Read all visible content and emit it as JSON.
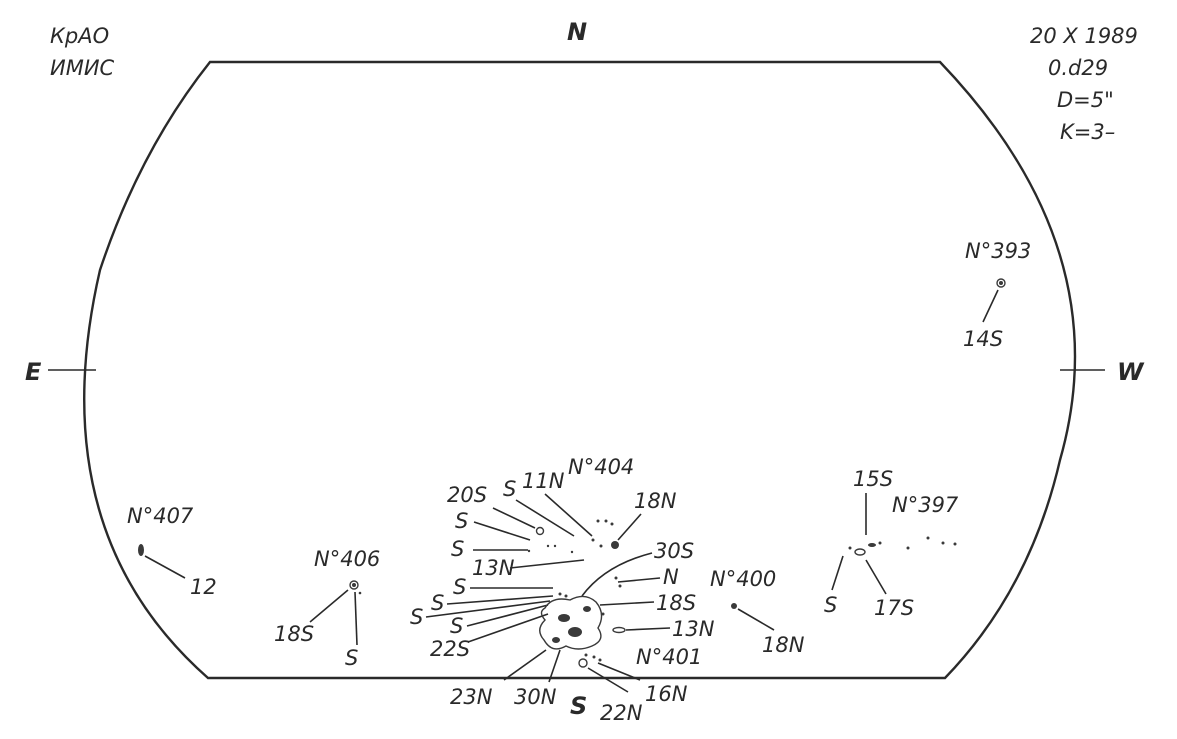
{
  "header": {
    "observatory_line1": "КрАО",
    "observatory_line2": "ИМИС",
    "date": "20 X 1989",
    "time": "0.d29",
    "seeing_diameter": "D=5\"",
    "quality": "K=3–"
  },
  "directions": {
    "north": "N",
    "south": "S",
    "east": "E",
    "west": "W"
  },
  "groups": {
    "g393": {
      "number": "N°393",
      "labels": [
        "14S"
      ]
    },
    "g397": {
      "number": "N°397",
      "labels": [
        "15S",
        "S",
        "17S"
      ]
    },
    "g400": {
      "number": "N°400",
      "labels": [
        "18N"
      ]
    },
    "g401": {
      "number": "N°401",
      "labels": [
        "N",
        "18S",
        "13N",
        "23N",
        "30N",
        "22N",
        "16N"
      ]
    },
    "g404": {
      "number": "N°404",
      "labels": [
        "20S",
        "S",
        "11N",
        "18N",
        "S",
        "S",
        "30S",
        "13N",
        "S",
        "S",
        "S",
        "S",
        "22S"
      ]
    },
    "g406": {
      "number": "N°406",
      "labels": [
        "18S",
        "S"
      ]
    },
    "g407": {
      "number": "N°407",
      "labels": [
        "12"
      ]
    }
  }
}
